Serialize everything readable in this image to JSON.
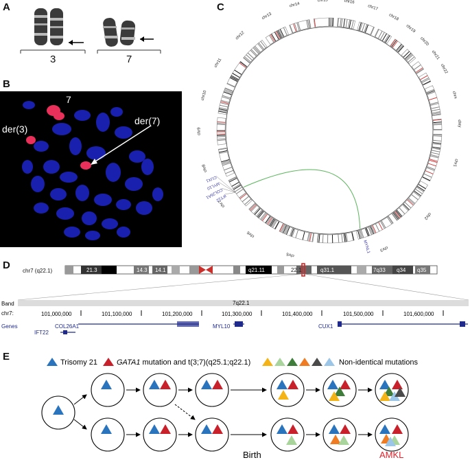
{
  "panels": {
    "a": "A",
    "b": "B",
    "c": "C",
    "d": "D",
    "e": "E"
  },
  "panelA": {
    "chromosomes": [
      "3",
      "7"
    ]
  },
  "panelB": {
    "labels": {
      "chr7": "7",
      "der3": "der(3)",
      "der7": "der(7)"
    }
  },
  "panelC": {
    "chromosomes": [
      "chr1",
      "chr2",
      "chr3",
      "chr4",
      "chr5",
      "chr6",
      "chr7",
      "chr8",
      "chr9",
      "chr10",
      "chr11",
      "chr12",
      "chr13",
      "chr14",
      "chr15",
      "chr16",
      "chr17",
      "chr18",
      "chr19",
      "chr20",
      "chr21",
      "chr22",
      "chrx",
      "chry"
    ],
    "genes_chr3": [
      "MYNL1"
    ],
    "genes_chr7": [
      "IFT22",
      "COL26A1",
      "MYL10",
      "CUX1"
    ]
  },
  "panelD": {
    "ideogram_label": "chr7 (q22.1)",
    "bands": [
      "21.3",
      "14.3",
      "14.1",
      "q21.11",
      "22.1",
      "q31.1",
      "7q33",
      "q34",
      "q35"
    ],
    "track_band": "Band",
    "band_value": "7q22.1",
    "track_coord": "chr7:",
    "coords": [
      "101,000,000",
      "101,100,000",
      "101,200,000",
      "101,300,000",
      "101,400,000",
      "101,500,000",
      "101,600,000"
    ],
    "track_genes": "Genes",
    "genes": [
      "COL26A1",
      "IFT22",
      "MYL10",
      "CUX1"
    ]
  },
  "panelE": {
    "legend": {
      "trisomy": "Trisomy 21",
      "gata1_prefix": "GATA1",
      "gata1_suffix": " mutation and t(3;7)(q25.1;q22.1)",
      "nonidentical": "Non-identical mutations"
    },
    "birth": "Birth",
    "amkl": "AMKL"
  },
  "colors": {
    "blue": "#2a74bd",
    "red": "#c8212b",
    "yellow": "#f4b417",
    "lightgreen": "#a9d49b",
    "darkgreen": "#3e7e3a",
    "orange": "#ef7c22",
    "darkgray": "#4a4a4a",
    "lightblue": "#9cc6e7",
    "gene": "#1f2a8a",
    "circos_blue": "#3a3aa8"
  }
}
